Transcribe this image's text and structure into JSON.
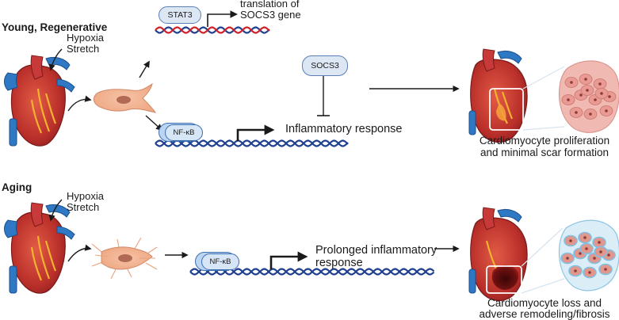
{
  "panels": {
    "young": {
      "title": "Young, Regenerative",
      "stimuli": [
        "Hypoxia",
        "Stretch"
      ],
      "stat3_label": "STAT3",
      "translation_text": [
        "translation of",
        "SOCS3 gene"
      ],
      "socs3_label": "SOCS3",
      "nfkb_label": "NF-κB",
      "response_text": "Inflammatory response",
      "outcome": [
        "Cardiomyocyte proliferation",
        "and minimal scar formation"
      ]
    },
    "aging": {
      "title": "Aging",
      "stimuli": [
        "Hypoxia",
        "Stretch"
      ],
      "nfkb_label": "NF-κB",
      "response_text": [
        "Prolonged inflammatory",
        "response"
      ],
      "outcome": [
        "Cardiomyocyte loss and",
        "adverse remodeling/fibrosis"
      ]
    }
  },
  "colors": {
    "heart_red": "#c0392b",
    "vessel_blue": "#2f78c4",
    "fibroblast": "#f3b393",
    "dna_blue": "#1f3f8f",
    "dna_red": "#d0202a",
    "pill_fill": "#dde6f3",
    "nfkb_fill": "#bcd6f1"
  }
}
